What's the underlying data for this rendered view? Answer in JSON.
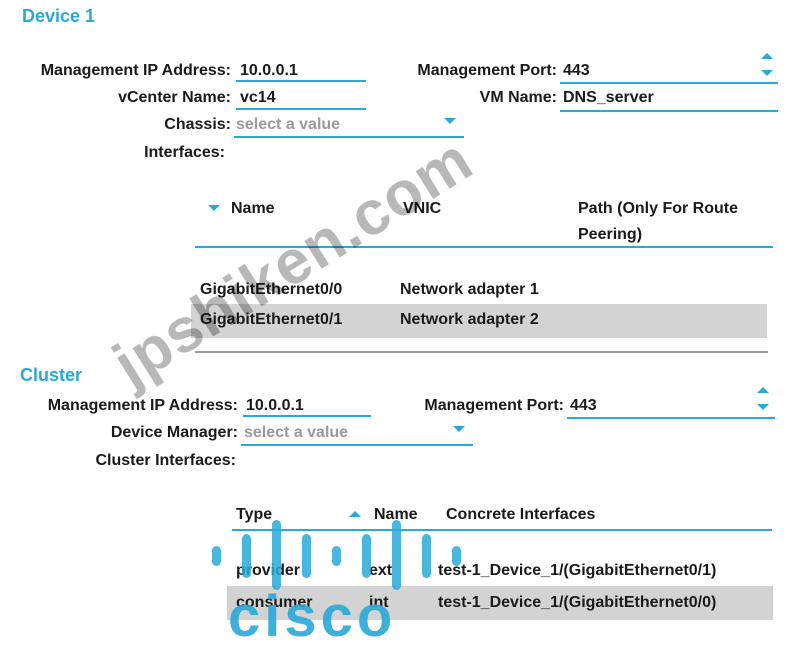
{
  "device": {
    "title": "Device 1",
    "mgmt_ip_label": "Management IP Address:",
    "mgmt_ip_value": "10.0.0.1",
    "mgmt_port_label": "Management Port:",
    "mgmt_port_value": "443",
    "vcenter_label": "vCenter Name:",
    "vcenter_value": "vc14",
    "vm_label": "VM Name:",
    "vm_value": "DNS_server",
    "chassis_label": "Chassis:",
    "chassis_placeholder": "select a value",
    "interfaces_label": "Interfaces:",
    "table": {
      "headers": [
        "Name",
        "VNIC",
        "Path (Only For Route",
        "Peering)"
      ],
      "rows": [
        {
          "name": "GigabitEthernet0/0",
          "vnic": "Network adapter 1"
        },
        {
          "name": "GigabitEthernet0/1",
          "vnic": "Network adapter 2"
        }
      ]
    }
  },
  "cluster": {
    "title": "Cluster",
    "mgmt_ip_label": "Management IP Address:",
    "mgmt_ip_value": "10.0.0.1",
    "mgmt_port_label": "Management Port:",
    "mgmt_port_value": "443",
    "device_manager_label": "Device Manager:",
    "device_manager_placeholder": "select a value",
    "cluster_interfaces_label": "Cluster Interfaces:",
    "table": {
      "headers": [
        "Type",
        "Name",
        "Concrete Interfaces"
      ],
      "rows": [
        {
          "type": "provider",
          "name": "ext",
          "concrete": "test-1_Device_1/(GigabitEthernet0/1)"
        },
        {
          "type": "consumer",
          "name": "int",
          "concrete": "test-1_Device_1/(GigabitEthernet0/0)"
        }
      ]
    }
  },
  "watermark": "jpshiken.com",
  "logo": "cisco",
  "colors": {
    "accent": "#29a9d6",
    "row_highlight": "#d3d3d3"
  }
}
